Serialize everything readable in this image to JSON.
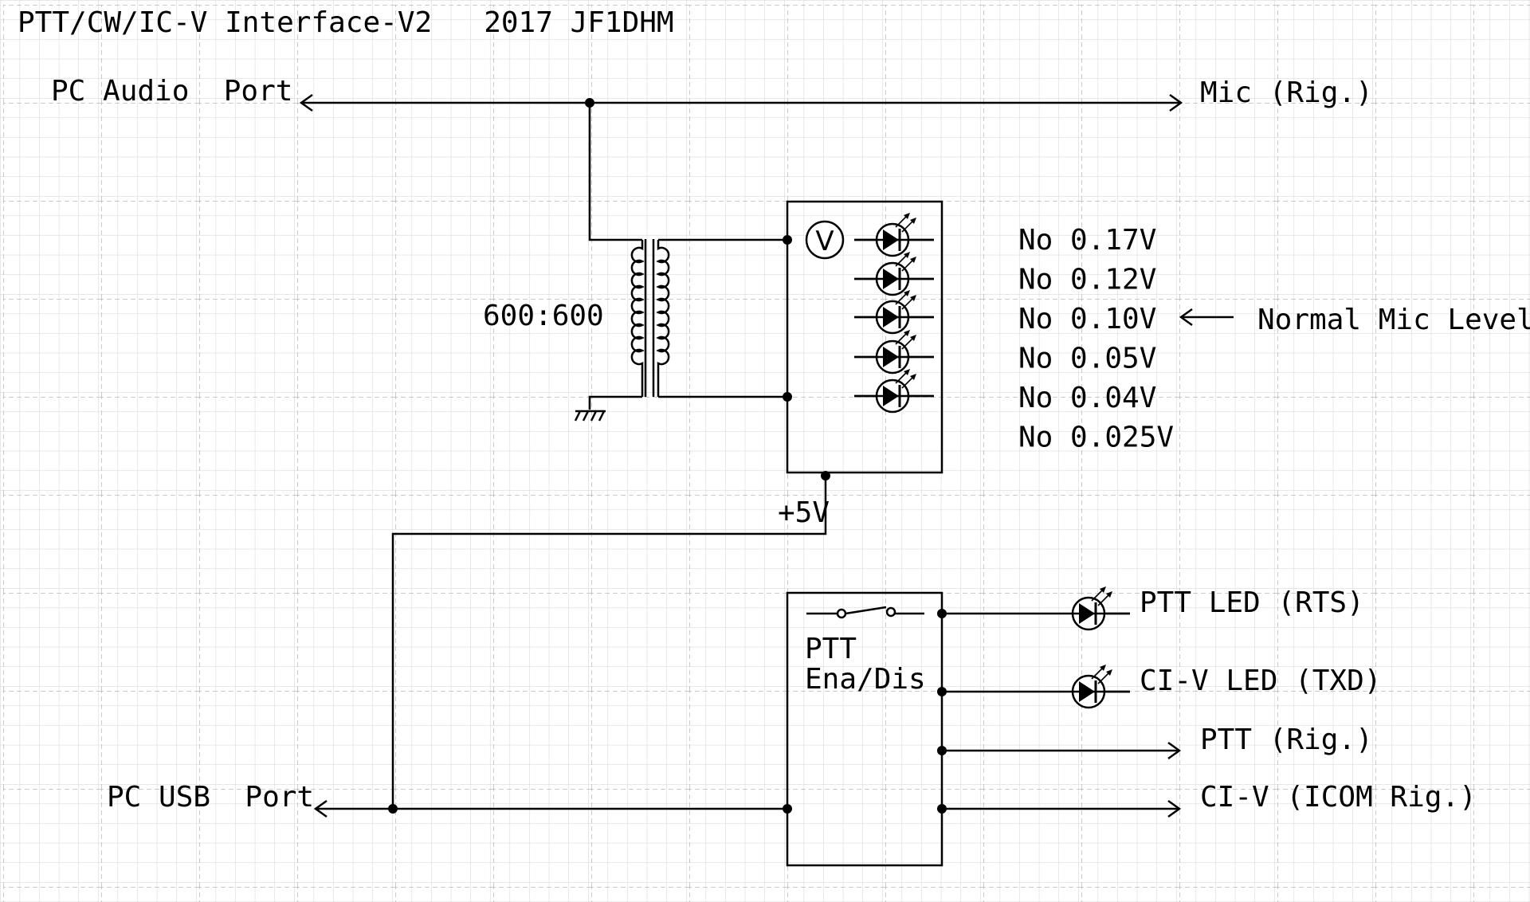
{
  "title": "PTT/CW/IC-V Interface-V2   2017 JF1DHM",
  "ports": {
    "pc_audio": "PC Audio  Port",
    "mic_rig": "Mic (Rig.)",
    "pc_usb": "PC USB  Port"
  },
  "transformer": {
    "ratio": "600:600"
  },
  "meter": {
    "symbol": "V"
  },
  "levels": [
    "No 0.17V",
    "No 0.12V",
    "No 0.10V",
    "No 0.05V",
    "No 0.04V",
    "No 0.025V"
  ],
  "normal_level_label": "Normal Mic Level",
  "supply": "+5V",
  "ptt_box": {
    "line1": "PTT",
    "line2": "Ena/Dis"
  },
  "outputs": {
    "ptt_led": "PTT LED (RTS)",
    "civ_led": "CI-V LED (TXD)",
    "ptt_rig": "PTT (Rig.)",
    "civ_rig": "CI-V (ICOM Rig.)"
  }
}
